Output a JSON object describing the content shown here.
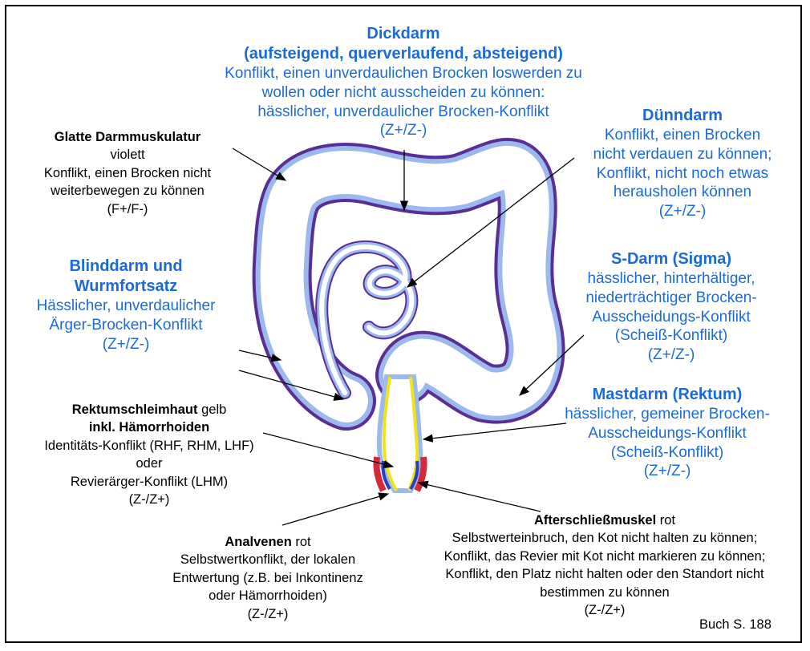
{
  "dickdarm": {
    "title": "Dickdarm",
    "subtitle": "(aufsteigend, querverlaufend, absteigend)",
    "line1": "Konflikt, einen unverdaulichen Brocken loswerden zu",
    "line2": "wollen oder nicht ausscheiden zu können:",
    "line3": "hässlicher, unverdaulicher Brocken-Konflikt",
    "polarity": "(Z+/Z-)"
  },
  "duenndarm": {
    "title": "Dünndarm",
    "line1": "Konflikt, einen Brocken",
    "line2": "nicht verdauen zu können;",
    "line3": "Konflikt, nicht noch etwas",
    "line4": "herausholen können",
    "polarity": "(Z+/Z-)"
  },
  "sdarm": {
    "title": "S-Darm (Sigma)",
    "line1": "hässlicher, hinterhältiger,",
    "line2": "niederträchtiger Brocken-",
    "line3": "Ausscheidungs-Konflikt",
    "line4": "(Scheiß-Konflikt)",
    "polarity": "(Z+/Z-)"
  },
  "mastdarm": {
    "title": "Mastdarm (Rektum)",
    "line1": "hässlicher, gemeiner Brocken-",
    "line2": "Ausscheidungs-Konflikt",
    "line3": "(Scheiß-Konflikt)",
    "polarity": "(Z+/Z-)"
  },
  "glatte": {
    "title": "Glatte Darmmuskulatur",
    "color_word": "violett",
    "line1": "Konflikt, einen Brocken nicht",
    "line2": "weiterbewegen zu können",
    "polarity": "(F+/F-)"
  },
  "blinddarm": {
    "title1": "Blinddarm und",
    "title2": "Wurmfortsatz",
    "line1": "Hässlicher, unverdaulicher",
    "line2": "Ärger-Brocken-Konflikt",
    "polarity": "(Z+/Z-)"
  },
  "rektumschleimhaut": {
    "title": "Rektumschleimhaut",
    "color_word": "gelb",
    "title2": "inkl. Hämorrhoiden",
    "line1": "Identitäts-Konflikt (RHF, RHM, LHF)",
    "line2": "oder",
    "line3": "Revierärger-Konflikt (LHM)",
    "polarity": "(Z-/Z+)"
  },
  "analvenen": {
    "title": "Analvenen",
    "color_word": "rot",
    "line1": "Selbstwertkonflikt, der lokalen",
    "line2": "Entwertung (z.B. bei Inkontinenz",
    "line3": "oder Hämorrhoiden)",
    "polarity": "(Z-/Z+)"
  },
  "afterschliess": {
    "title": "Afterschließmuskel",
    "color_word": "rot",
    "line1": "Selbstwerteinbruch, den Kot nicht halten zu können;",
    "line2": "Konflikt, das Revier mit Kot nicht markieren zu können;",
    "line3": "Konflikt, den Platz nicht halten oder den Standort nicht",
    "line4": "bestimmen zu können",
    "polarity": "(Z-/Z+)"
  },
  "page_ref": "Buch S. 188",
  "colors": {
    "label_blue": "#1a6bd9",
    "muscle_violet": "#6b3aa8",
    "mucosa_blue": "#8fb4ea",
    "mucosa_yellow": "#f2e21c",
    "anal_red": "#d22a3a"
  }
}
